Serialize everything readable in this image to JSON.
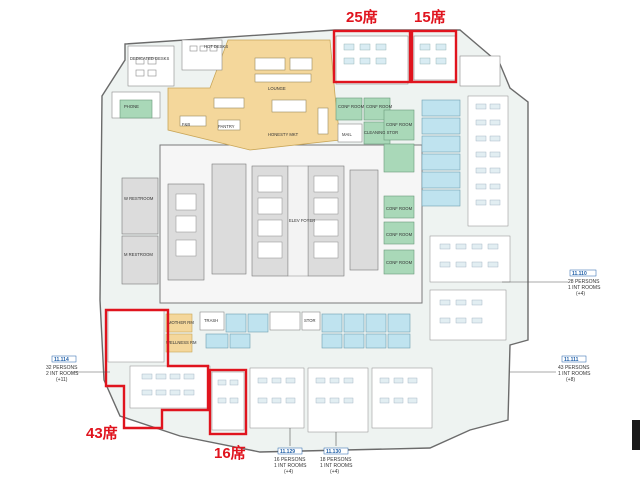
{
  "colors": {
    "background": "#ffffff",
    "floor": "#eef3f1",
    "wall": "#6b6b6b",
    "green_room": "#a9d8b8",
    "blue_room": "#bfe3ef",
    "amenity": "#f4d79b",
    "core": "#dcdcdc",
    "highlight": "#e0141e"
  },
  "seat_labels": {
    "top_center": "25席",
    "top_right": "15席",
    "bottom_left": "43席",
    "bottom_center": "16席"
  },
  "rooms": {
    "dedicated_desks": "DEDICATED DESKS",
    "hot_desks": "HOT DESKS",
    "lounge": "LOUNGE",
    "fb": "F&B",
    "pantry": "PANTRY",
    "honesty_mkt": "HONESTY MKT",
    "phone": "PHONE",
    "conf_room": "CONF ROOM",
    "mail": "MAIL",
    "cleaning_stor": "CLEANING STOR",
    "w_restroom": "W RESTROOM",
    "m_restroom": "M RESTROOM",
    "elev_foyer": "ELEV FOYER",
    "trash": "TRASH",
    "stor": "STOR",
    "mother_rm": "MOTHER RM",
    "wellness_rm": "WELLNESS RM"
  },
  "callouts": {
    "right_upper": {
      "id": "11.110",
      "persons": "28 PERSONS",
      "rooms": "1 INT ROOMS",
      "extra": "(+4)"
    },
    "left": {
      "id": "11.114",
      "persons": "32 PERSONS",
      "rooms": "2 INT ROOMS",
      "extra": "(+11)"
    },
    "right_lower": {
      "id": "11.111",
      "persons": "43 PERSONS",
      "rooms": "1 INT ROOMS",
      "extra": "(+8)"
    },
    "bottom_1": {
      "id": "11.129",
      "persons": "16 PERSONS",
      "rooms": "1 INT ROOMS",
      "extra": "(+4)"
    },
    "bottom_2": {
      "id": "11.130",
      "persons": "18 PERSONS",
      "rooms": "1 INT ROOMS",
      "extra": "(+4)"
    }
  }
}
